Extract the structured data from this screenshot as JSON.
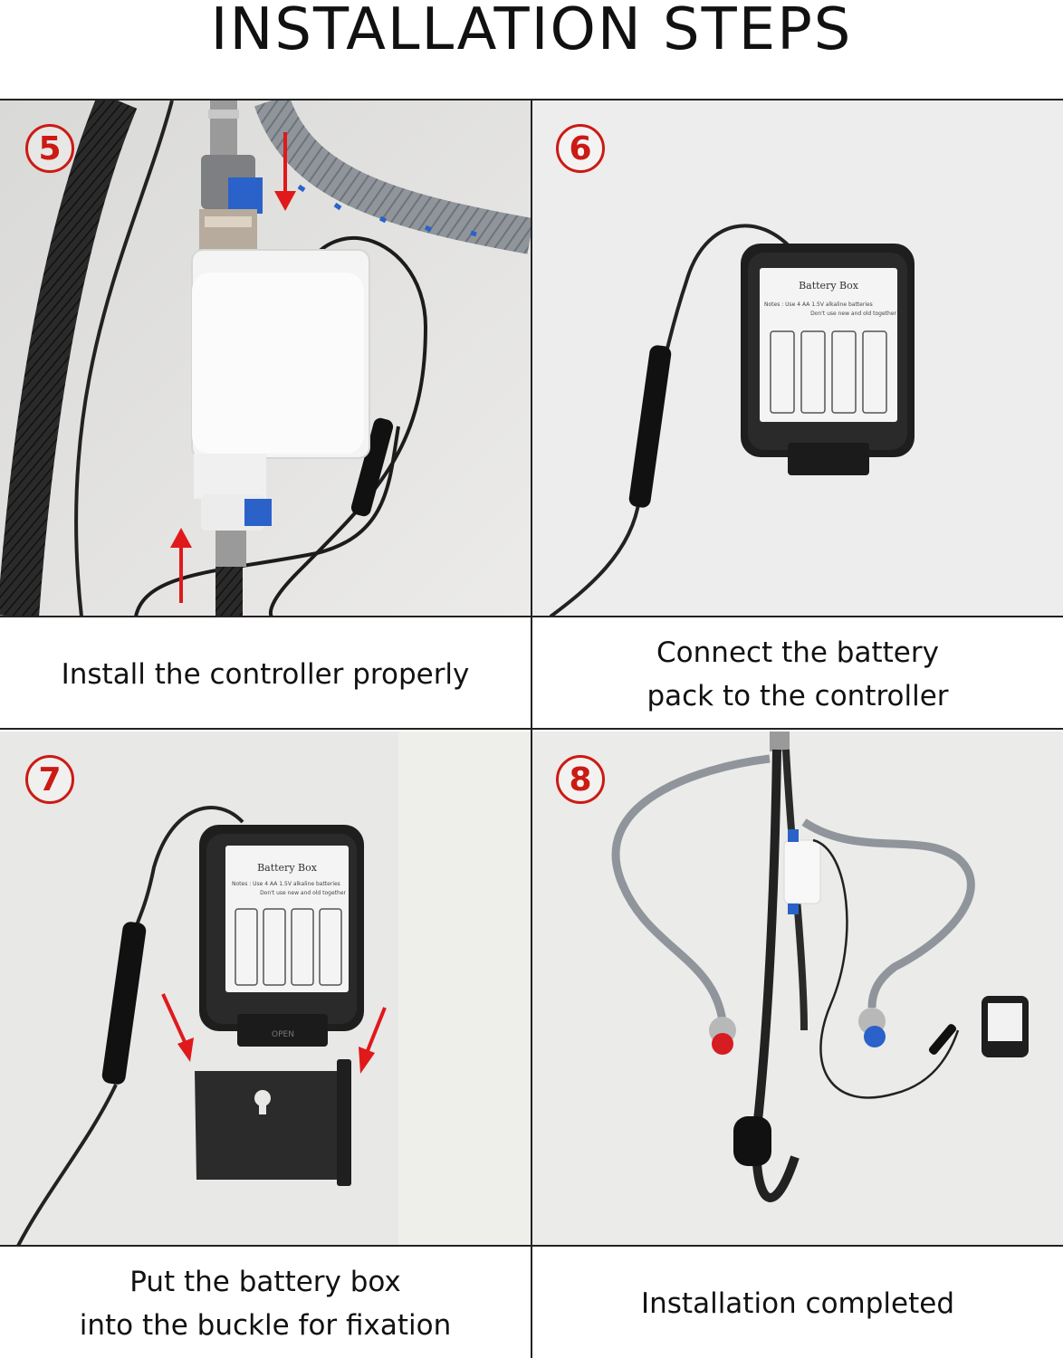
{
  "title": "INSTALLATION STEPS",
  "steps": [
    {
      "number": "5",
      "caption_lines": [
        "Install the controller properly"
      ]
    },
    {
      "number": "6",
      "caption_lines": [
        "Connect the battery",
        "pack to the controller"
      ]
    },
    {
      "number": "7",
      "caption_lines": [
        "Put the battery box",
        "into the buckle for fixation"
      ]
    },
    {
      "number": "8",
      "caption_lines": [
        "Installation completed"
      ]
    }
  ],
  "battery_box": {
    "label": "Battery Box",
    "notes_line1": "Notes : Use 4 AA 1.5V alkaline batteries",
    "notes_line2": "Don't use new and old together",
    "open_label": "OPEN"
  },
  "colors": {
    "badge_red": "#cc1a14",
    "arrow_red": "#e0191b",
    "hot_red": "#d61d22",
    "cold_blue": "#2a62c9",
    "braid_grey": "#8d9196",
    "wall": "#e9e9e7"
  }
}
